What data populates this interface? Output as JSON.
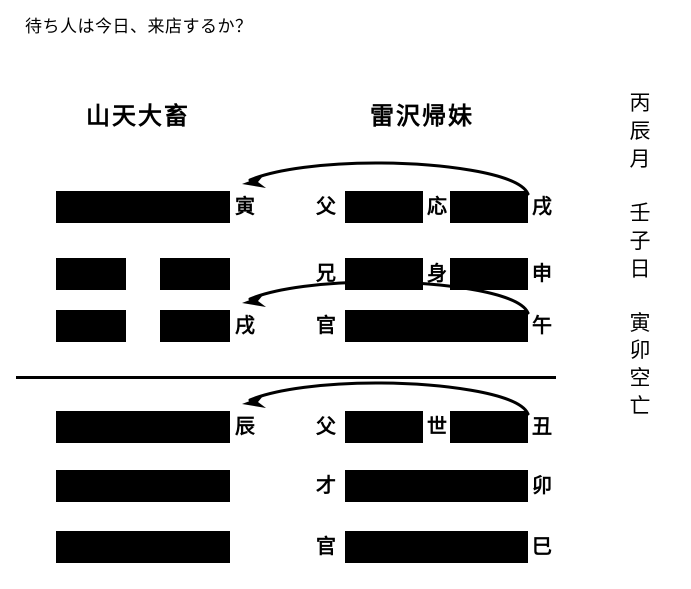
{
  "question": "待ち人は今日、来店するか？",
  "hexagrams": {
    "left": {
      "name": "山天大畜"
    },
    "right": {
      "name": "雷沢帰妹"
    }
  },
  "rows": [
    {
      "index": 1,
      "left_line": "yang",
      "right_line": "yin",
      "branch_left": "寅",
      "relation": "父",
      "marker": "応",
      "branch_right": "戌",
      "arrow": true
    },
    {
      "index": 2,
      "left_line": "yin",
      "right_line": "yin",
      "branch_left": "",
      "relation": "兄",
      "marker": "身",
      "branch_right": "申",
      "arrow": false
    },
    {
      "index": 3,
      "left_line": "yin",
      "right_line": "yang",
      "branch_left": "戌",
      "relation": "官",
      "marker": "",
      "branch_right": "午",
      "arrow": true
    },
    {
      "index": 4,
      "left_line": "yang",
      "right_line": "yin",
      "branch_left": "辰",
      "relation": "父",
      "marker": "世",
      "branch_right": "丑",
      "arrow": true
    },
    {
      "index": 5,
      "left_line": "yang",
      "right_line": "yang",
      "branch_left": "",
      "relation": "才",
      "marker": "",
      "branch_right": "卯",
      "arrow": false
    },
    {
      "index": 6,
      "left_line": "yang",
      "right_line": "yang",
      "branch_left": "",
      "relation": "官",
      "marker": "",
      "branch_right": "巳",
      "arrow": false
    }
  ],
  "date_column": {
    "month": "丙辰月",
    "day": "壬子日",
    "void": "寅卯空亡"
  },
  "colors": {
    "ink": "#000000",
    "background": "#ffffff"
  }
}
